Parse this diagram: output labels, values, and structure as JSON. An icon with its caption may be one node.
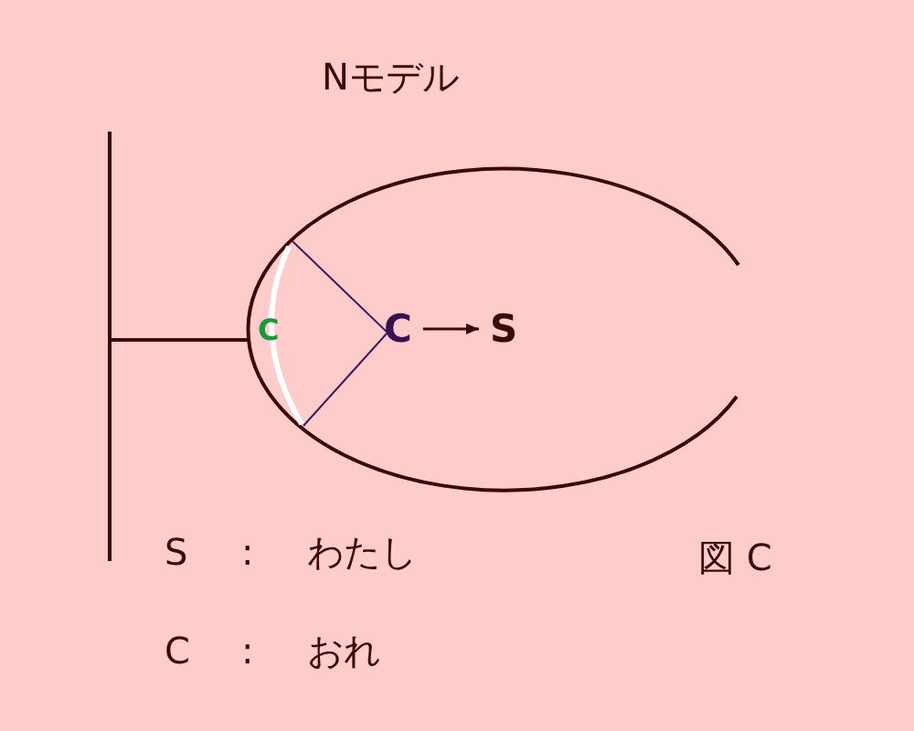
{
  "diagram": {
    "title": "Nモデル",
    "nodes": [
      {
        "text": [
          "C"
        ]
      },
      {
        "text": [
          "C"
        ]
      },
      {
        "text": [
          "S"
        ]
      }
    ],
    "edges": [
      {
        "from": 1,
        "to": 2,
        "arrow": "to"
      }
    ],
    "labels": [
      "S",
      ":",
      "わたし",
      "C",
      ":",
      "おれ",
      "図 C"
    ]
  }
}
